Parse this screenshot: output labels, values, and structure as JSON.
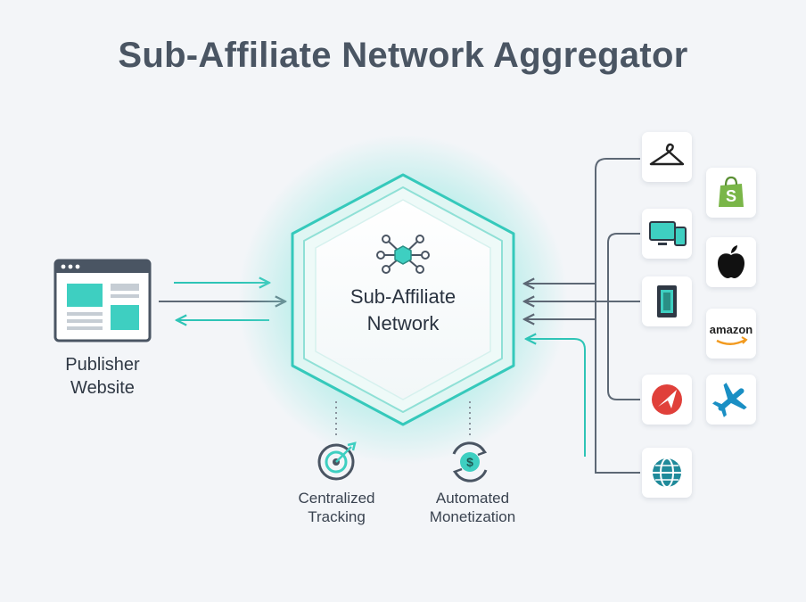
{
  "title": "Sub-Affiliate Network Aggregator",
  "publisher": {
    "line1": "Publisher",
    "line2": "Website",
    "icon": "browser-window-icon"
  },
  "hub": {
    "line1": "Sub-Affiliate",
    "line2": "Network",
    "icon": "network-nodes-icon"
  },
  "features": [
    {
      "line1": "Centralized",
      "line2": "Tracking",
      "icon": "target-icon"
    },
    {
      "line1": "Automated",
      "line2": "Monetization",
      "icon": "money-cycle-icon"
    }
  ],
  "merchants": [
    {
      "name": "clothes-hanger-icon"
    },
    {
      "name": "devices-icon"
    },
    {
      "name": "phone-case-icon"
    },
    {
      "name": "arrow-logo-icon"
    },
    {
      "name": "globe-icon"
    },
    {
      "name": "shopify-icon"
    },
    {
      "name": "apple-icon"
    },
    {
      "name": "amazon-logo",
      "text": "amazon"
    },
    {
      "name": "airplane-icon"
    }
  ],
  "colors": {
    "accent": "#2ec4b6",
    "accent_dark": "#1aa99b",
    "line": "#5d6875",
    "title": "#4a5563"
  }
}
